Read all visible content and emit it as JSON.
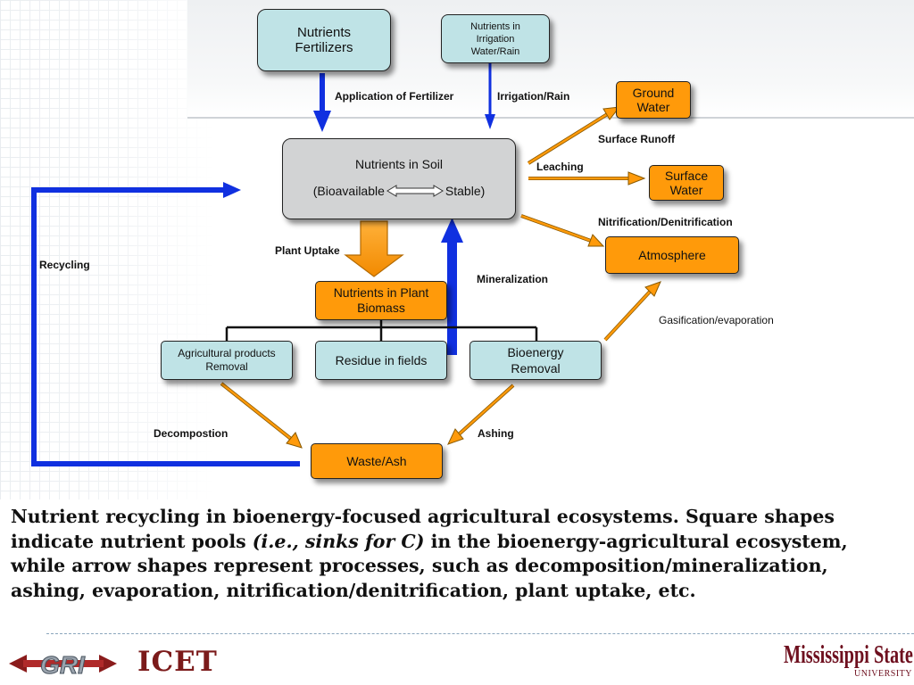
{
  "pools": {
    "fertilizers": "Nutrients Fertilizers",
    "irrigation": "Nutrients in Irrigation Water/Rain",
    "ground_water": "Ground Water",
    "surface_water": "Surface Water",
    "atmosphere": "Atmosphere",
    "soil_title": "Nutrients in Soil",
    "soil_left": "(Bioavailable",
    "soil_right": "Stable)",
    "plant_biomass": "Nutrients in Plant Biomass",
    "ag_products": "Agricultural products Removal",
    "residue": "Residue in fields",
    "bioenergy": "Bioenergy Removal",
    "waste_ash": "Waste/Ash"
  },
  "processes": {
    "application": "Application of Fertilizer",
    "irrigation_rain": "Irrigation/Rain",
    "surface_runoff": "Surface Runoff",
    "leaching": "Leaching",
    "nitrification": "Nitrification/Denitrification",
    "plant_uptake": "Plant Uptake",
    "mineralization": "Mineralization",
    "recycling": "Recycling",
    "gasification": "Gasification/evaporation",
    "decomposition": "Decompostion",
    "ashing": "Ashing"
  },
  "caption": {
    "part1": "Nutrient recycling in bioenergy-focused agricultural ecosystems. Square shapes indicate nutrient pools ",
    "italic": "(i.e., sinks for C)",
    "part2": " in the bioenergy-agricultural ecosystem, while arrow shapes represent processes, such as decomposition/mineralization, ashing, evaporation, nitrification/denitrification, plant uptake, etc."
  },
  "logos": {
    "gri": "GRI",
    "icet": "ICET",
    "msu_name": "Mississippi State",
    "msu_univ": "UNIVERSITY"
  },
  "colors": {
    "pool_teal": "#bfe3e6",
    "pool_orange": "#ff9a0a",
    "arrow_blue": "#1030e0",
    "arrow_orange": "#ff9a0a",
    "logo_maroon": "#6e0f1e"
  }
}
